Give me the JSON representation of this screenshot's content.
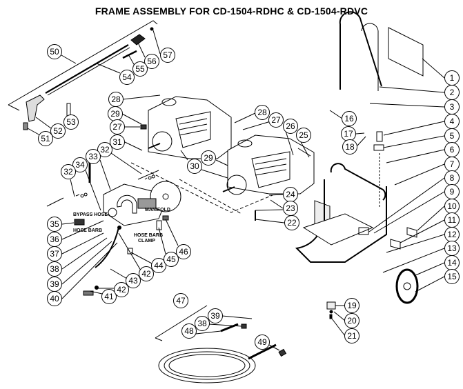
{
  "title": "FRAME ASSEMBLY FOR CD-1504-RDHC & CD-1504-RDVC",
  "part_labels": {
    "bypass_hose": "BYPASS HOSE",
    "hose_barb": "HOSE BARB",
    "manifold": "MANIFOLD",
    "hose_barb_clamp_1": "HOSE BARB",
    "hose_barb_clamp_2": "CLAMP"
  },
  "callouts": {
    "gun": [
      "50",
      "57",
      "56",
      "55",
      "54",
      "53",
      "52",
      "51"
    ],
    "engine_left": [
      "28",
      "29",
      "27",
      "31",
      "30"
    ],
    "pump": [
      "32",
      "33",
      "34",
      "32",
      "35",
      "36",
      "37",
      "38",
      "39",
      "40",
      "41",
      "42",
      "43",
      "42",
      "44",
      "45",
      "46"
    ],
    "engine_right": [
      "28",
      "27",
      "26",
      "25",
      "29",
      "24",
      "23",
      "22"
    ],
    "frame": [
      "1",
      "2",
      "3",
      "4",
      "5",
      "6",
      "7",
      "8",
      "9",
      "10",
      "11",
      "12",
      "13",
      "14",
      "15"
    ],
    "frame_side": [
      "16",
      "17",
      "18",
      "19",
      "20",
      "21"
    ],
    "hose": [
      "47",
      "39",
      "38",
      "48",
      "49"
    ]
  }
}
